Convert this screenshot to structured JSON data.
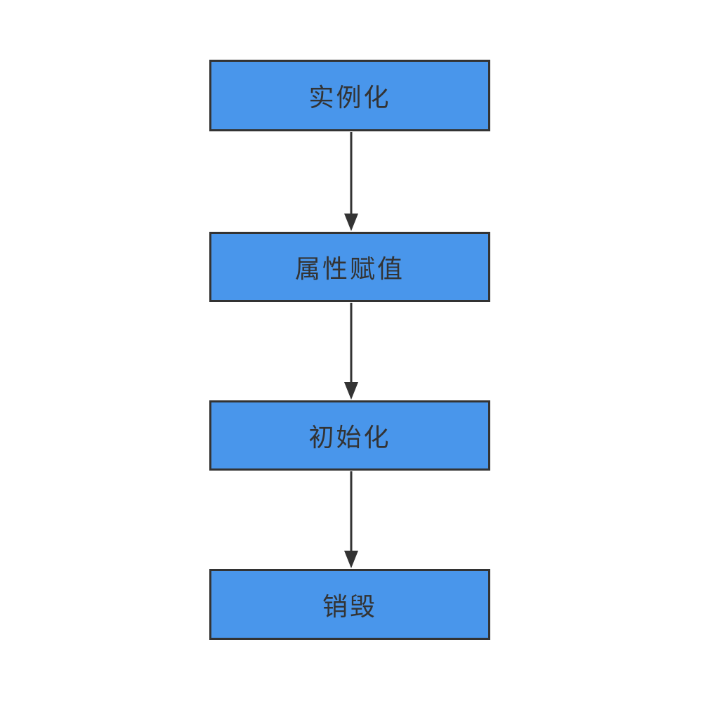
{
  "diagram": {
    "type": "flowchart",
    "direction": "top-down",
    "nodes": [
      {
        "id": "instantiate",
        "label": "实例化"
      },
      {
        "id": "property-assignment",
        "label": "属性赋值"
      },
      {
        "id": "initialize",
        "label": "初始化"
      },
      {
        "id": "destroy",
        "label": "销毁"
      }
    ],
    "edges": [
      {
        "from": "instantiate",
        "to": "property-assignment"
      },
      {
        "from": "property-assignment",
        "to": "initialize"
      },
      {
        "from": "initialize",
        "to": "destroy"
      }
    ]
  },
  "colors": {
    "node-fill": "#4996EB",
    "node-border": "#333333",
    "text-color": "#333333",
    "arrow-color": "#333333",
    "background": "#FFFFFF"
  }
}
